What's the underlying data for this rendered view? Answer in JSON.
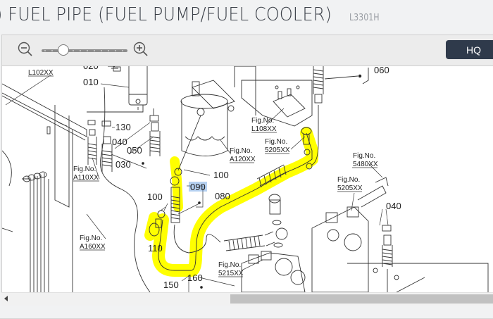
{
  "header": {
    "title": ") FUEL PIPE (FUEL PUMP/FUEL COOLER)",
    "model_code": "L3301H"
  },
  "toolbar": {
    "zoom_out_icon": "zoom-out-icon",
    "zoom_in_icon": "zoom-in-icon",
    "zoom_slider_value": 0.25,
    "hq_label": "HQ"
  },
  "diagram": {
    "highlight_color": "#ffff00",
    "selected_part": "090",
    "part_labels": {
      "p020": "020",
      "p010": "010",
      "p130": "130",
      "p040a": "040",
      "p050": "050",
      "p030": "030",
      "p060": "060",
      "p100a": "100",
      "p090": "090",
      "p080": "080",
      "p100b": "100",
      "p110": "110",
      "p150": "150",
      "p160": "160",
      "p040b": "040"
    },
    "fig_refs": {
      "l102": "L102XX",
      "a110_prefix": "Fig.No.",
      "a110": "A110XX",
      "a160_prefix": "Fig.No.",
      "a160": "A160XX",
      "l108_prefix": "Fig.No.",
      "l108": "L108XX",
      "a120_prefix": "Fig.No.",
      "a120": "A120XX",
      "f5205a_prefix": "Fig.No.",
      "f5205a": "5205XX",
      "f5480_prefix": "Fig.No.",
      "f5480": "5480XX",
      "f5205b_prefix": "Fig.No.",
      "f5205b": "5205XX",
      "f5215_prefix": "Fig.No.",
      "f5215": "5215XX"
    }
  }
}
